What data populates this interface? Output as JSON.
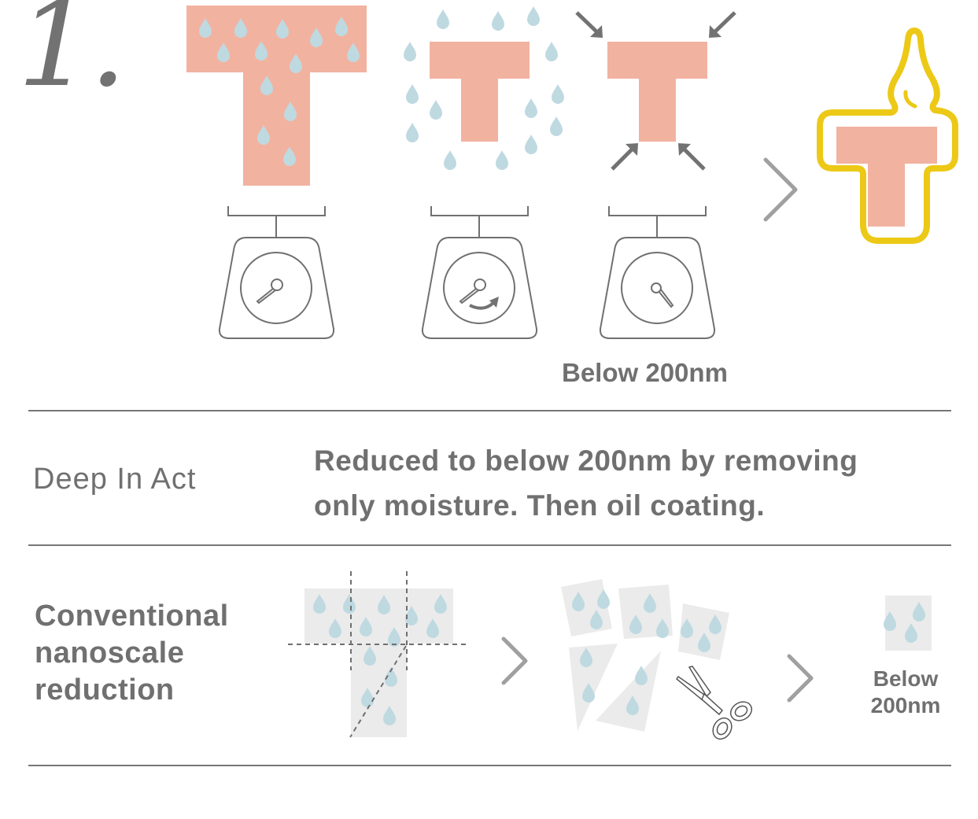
{
  "step": {
    "number": "1."
  },
  "top_process": {
    "stages": [
      {
        "name": "wet-material",
        "description": "Material containing moisture on scale"
      },
      {
        "name": "moisture-removal",
        "description": "Moisture removed, weight decreasing"
      },
      {
        "name": "compression",
        "description": "Material reduced in size"
      },
      {
        "name": "oil-coating",
        "description": "Material coated in oil (flame outline)"
      }
    ],
    "result_label": "Below 200nm"
  },
  "deep_in_act": {
    "label": "Deep In Act",
    "description_lines": [
      "Reduced to below 200nm by removing",
      "only moisture. Then oil coating."
    ]
  },
  "conventional": {
    "label_lines": [
      "Conventional",
      "nanoscale",
      "reduction"
    ],
    "result_label_lines": [
      "Below",
      "200nm"
    ]
  },
  "colors": {
    "material": "#f2b2a0",
    "droplet": "#bfd9e1",
    "outline": "#707070",
    "arrow": "#727272",
    "chevron": "#a0a0a0",
    "flame": "#ecc916",
    "sheet": "#ebebeb",
    "text": "#707070"
  }
}
